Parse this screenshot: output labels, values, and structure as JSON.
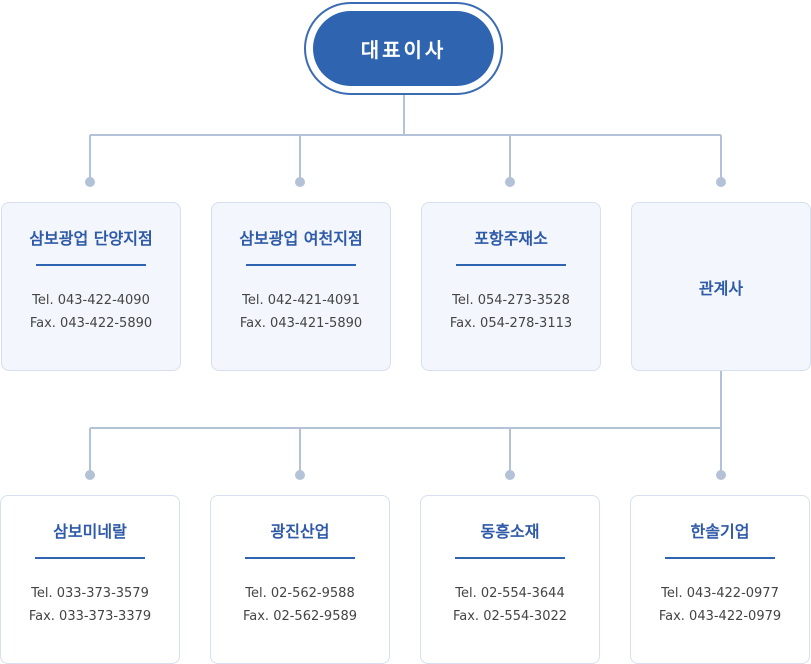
{
  "root": {
    "title": "대표이사"
  },
  "top_nodes": [
    {
      "title": "삼보광업 단양지점",
      "tel": "Tel. 043-422-4090",
      "fax": "Fax. 043-422-5890"
    },
    {
      "title": "삼보광업 여천지점",
      "tel": "Tel. 042-421-4091",
      "fax": "Fax. 043-421-5890"
    },
    {
      "title": "포항주재소",
      "tel": "Tel. 054-273-3528",
      "fax": "Fax. 054-278-3113"
    },
    {
      "title": "관계사"
    }
  ],
  "affiliates": [
    {
      "title": "삼보미네랄",
      "tel": "Tel. 033-373-3579",
      "fax": "Fax. 033-373-3379"
    },
    {
      "title": "광진산업",
      "tel": "Tel. 02-562-9588",
      "fax": "Fax. 02-562-9589"
    },
    {
      "title": "동흥소재",
      "tel": "Tel. 02-554-3644",
      "fax": "Fax. 02-554-3022"
    },
    {
      "title": "한솔기업",
      "tel": "Tel. 043-422-0977",
      "fax": "Fax. 043-422-0979"
    }
  ],
  "colors": {
    "accent": "#2f64b0",
    "connector": "#b3c2d6",
    "card_bg": "#f3f7fd"
  }
}
